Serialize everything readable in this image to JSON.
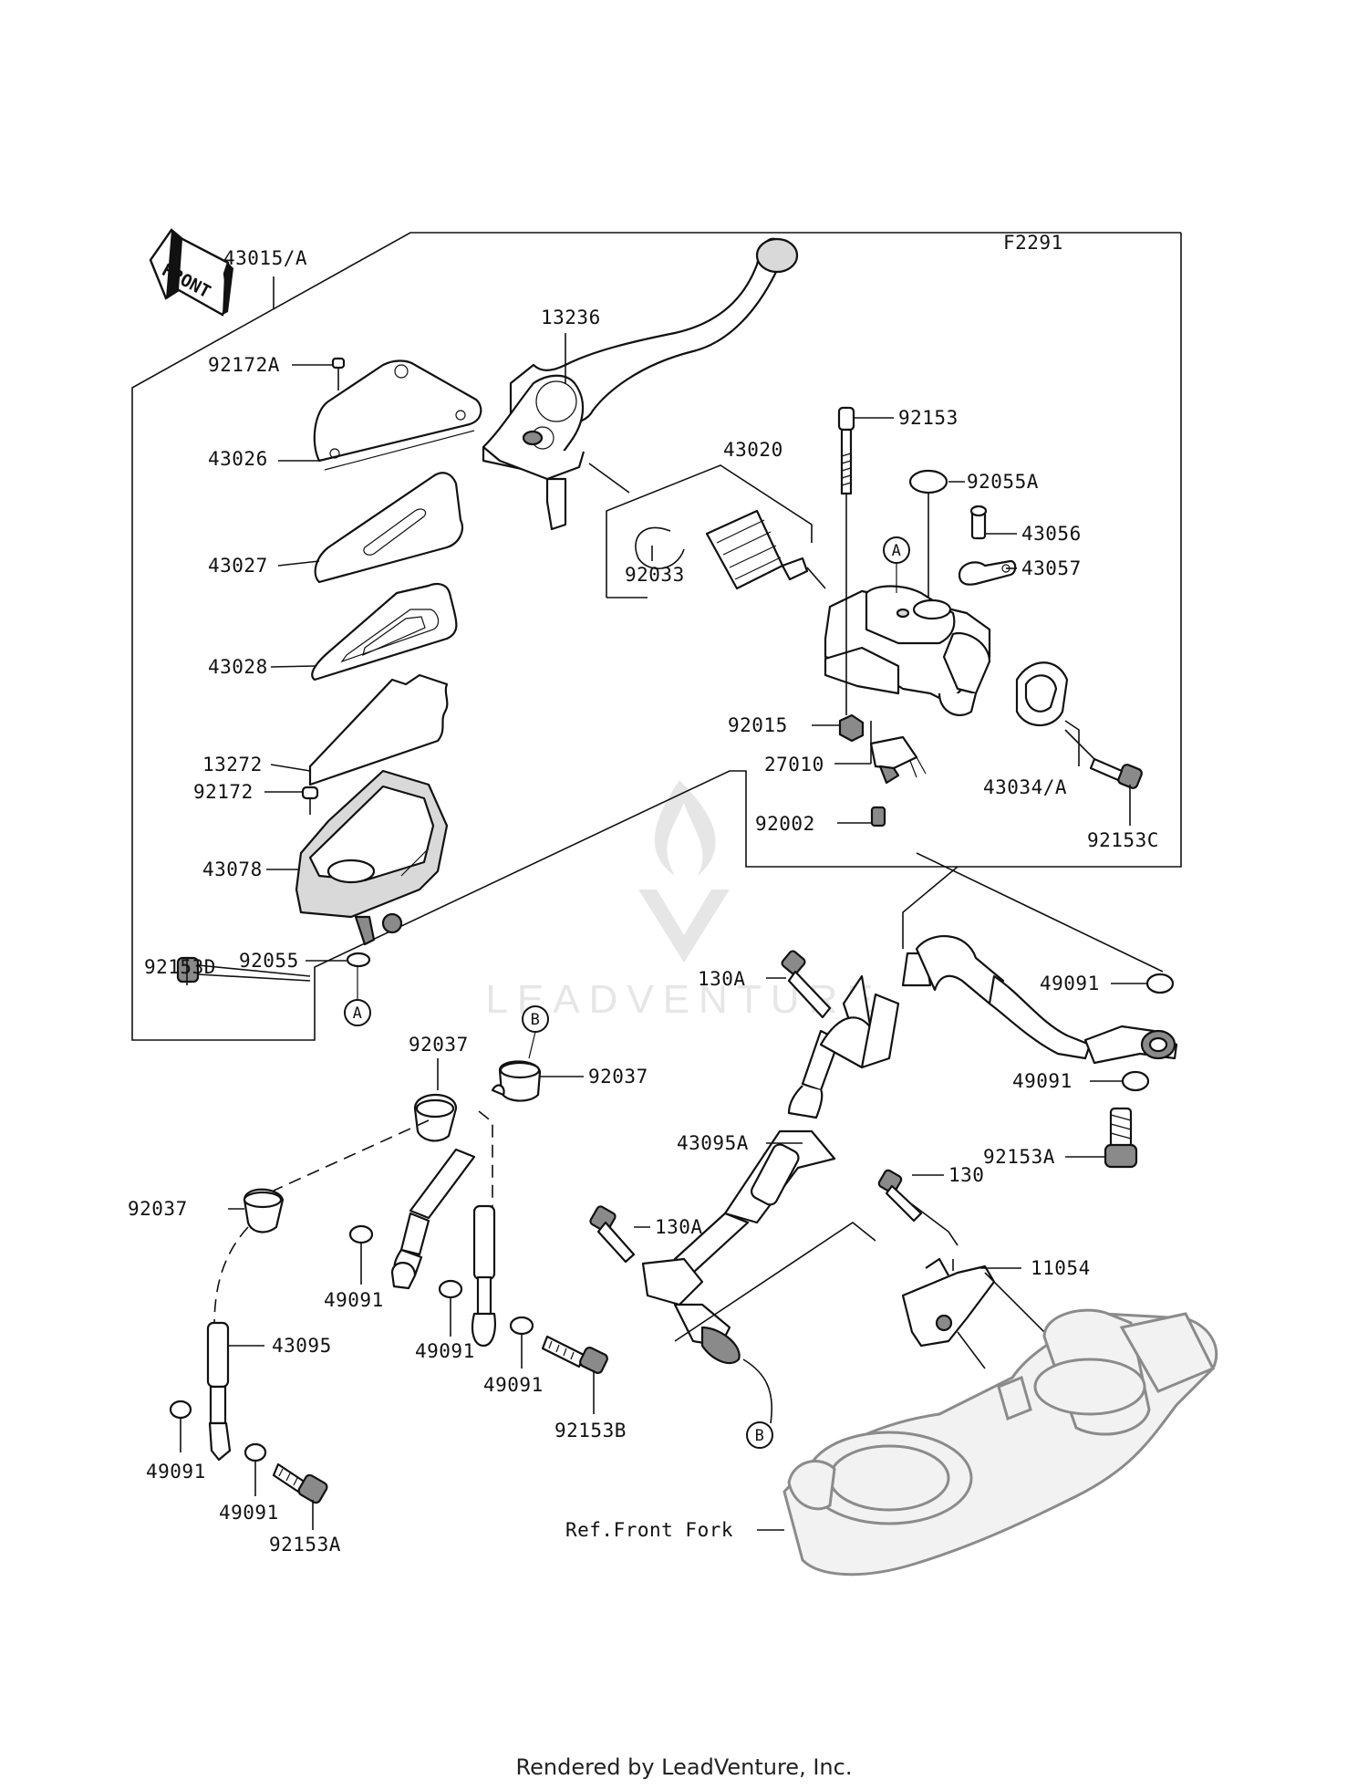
{
  "diagram_id": "F2291",
  "front_arrow": "FRONT",
  "watermark": "LEADVENTURE",
  "footer": "Rendered by LeadVenture, Inc.",
  "ref_front_fork": "Ref.Front Fork",
  "callouts": {
    "c43015A": "43015/A",
    "c13236": "13236",
    "c92172A": "92172A",
    "c43026": "43026",
    "c43027": "43027",
    "c43028": "43028",
    "c13272": "13272",
    "c92172": "92172",
    "c43078": "43078",
    "c92153D": "92153D",
    "c92055": "92055",
    "c43020": "43020",
    "c92033": "92033",
    "c92153": "92153",
    "c92055A": "92055A",
    "c43056": "43056",
    "c43057": "43057",
    "c92015": "92015",
    "c27010": "27010",
    "c92002": "92002",
    "c43034A": "43034/A",
    "c92153C": "92153C",
    "c130A_top": "130A",
    "c49091_r1": "49091",
    "c49091_r2": "49091",
    "c92153A_r": "92153A",
    "c43095A": "43095A",
    "c130": "130",
    "c130A_mid": "130A",
    "c11054": "11054",
    "c92037_a": "92037",
    "c92037_b": "92037",
    "c92037_c": "92037",
    "c49091_l1": "49091",
    "c49091_l2": "49091",
    "c49091_l3": "49091",
    "c92153B": "92153B",
    "c43095": "43095",
    "c49091_l4": "49091",
    "c49091_l5": "49091",
    "c92153A_l": "92153A"
  },
  "markers": {
    "a1": "A",
    "a2": "A",
    "b1": "B",
    "b2": "B"
  }
}
